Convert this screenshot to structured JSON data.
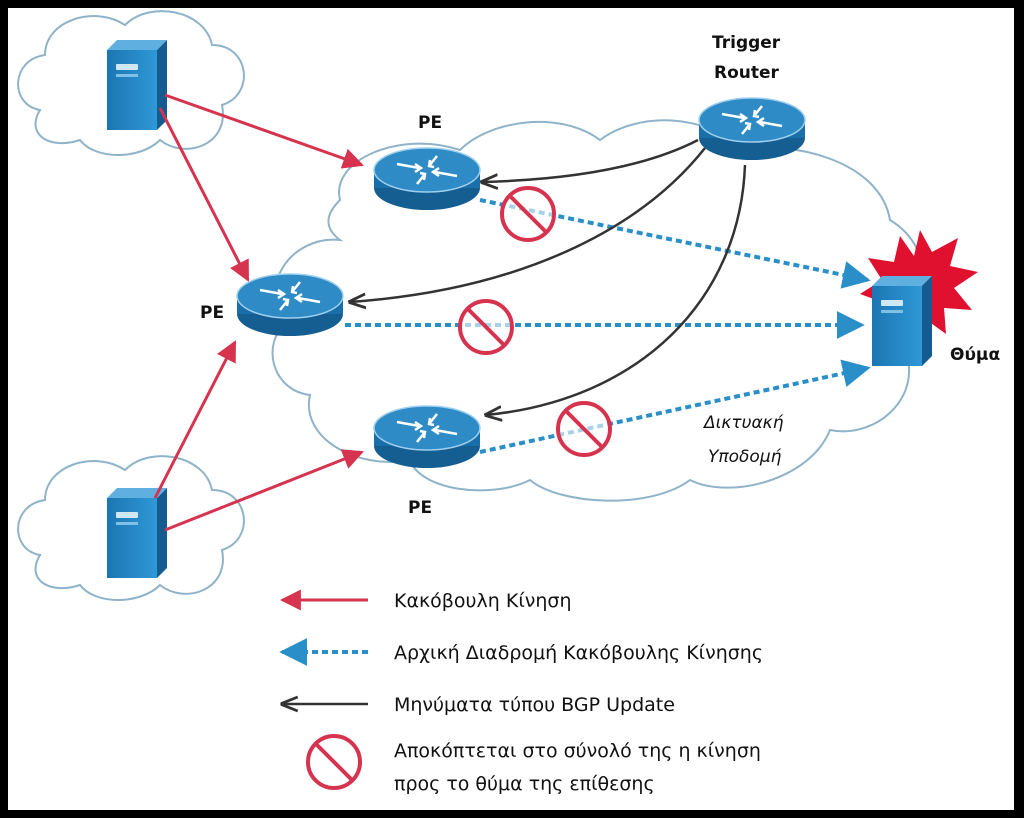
{
  "labels": {
    "pe_top": "PE",
    "pe_left": "PE",
    "pe_bottom": "PE",
    "trigger_line1": "Trigger",
    "trigger_line2": "Router",
    "victim": "Θύμα",
    "infra_line1": "Δικτυακή",
    "infra_line2": "Υποδομή"
  },
  "legend": {
    "malicious": "Κακόβουλη Κίνηση",
    "original_route": "Αρχική Διαδρομή Κακόβουλης Κίνησης",
    "bgp": "Μηνύματα τύπου BGP Update",
    "blocked_line1": "Αποκόπτεται στο σύνολό της η κίνηση",
    "blocked_line2": "προς το θύμα της επίθεσης"
  },
  "colors": {
    "background": "#000000",
    "cloud_fill": "#ffffff",
    "cloud_stroke": "#8fb3c8",
    "router_blue": "#1a6fa8",
    "router_top": "#2e8bc6",
    "malicious_red": "#d6334f",
    "dashed_blue": "#2a8fc9",
    "bgp_dark": "#333333",
    "burst_red": "#e0102f"
  },
  "icons": {
    "router": "router-icon",
    "server": "server-icon",
    "blocked": "no-entry-icon",
    "explosion": "burst-icon"
  }
}
